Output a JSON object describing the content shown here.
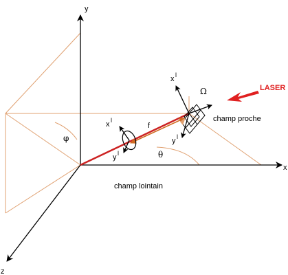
{
  "axes": {
    "x": "x",
    "y": "y",
    "z": "z"
  },
  "labels": {
    "far_field": "champ lointain",
    "near_field": "champ proche",
    "focal": "f",
    "phi": "φ",
    "theta": "θ",
    "omega": "Ω",
    "laser": "LASER",
    "beam_frame_x": "x",
    "beam_frame_x_sup": "l",
    "beam_frame_y": "y",
    "beam_frame_y_sup": "l",
    "near_frame_x": "x",
    "near_frame_x_sup": "l",
    "near_frame_y": "y",
    "near_frame_y_sup": "l",
    "near_frame_x2": "x",
    "near_frame_x2_sup": "l"
  },
  "colors": {
    "axis": "#000000",
    "construction": "#e0a070",
    "beam": "#cc2222",
    "focal_arrow": "#d06a20",
    "laser": "#e02020",
    "detector": "#000000"
  }
}
